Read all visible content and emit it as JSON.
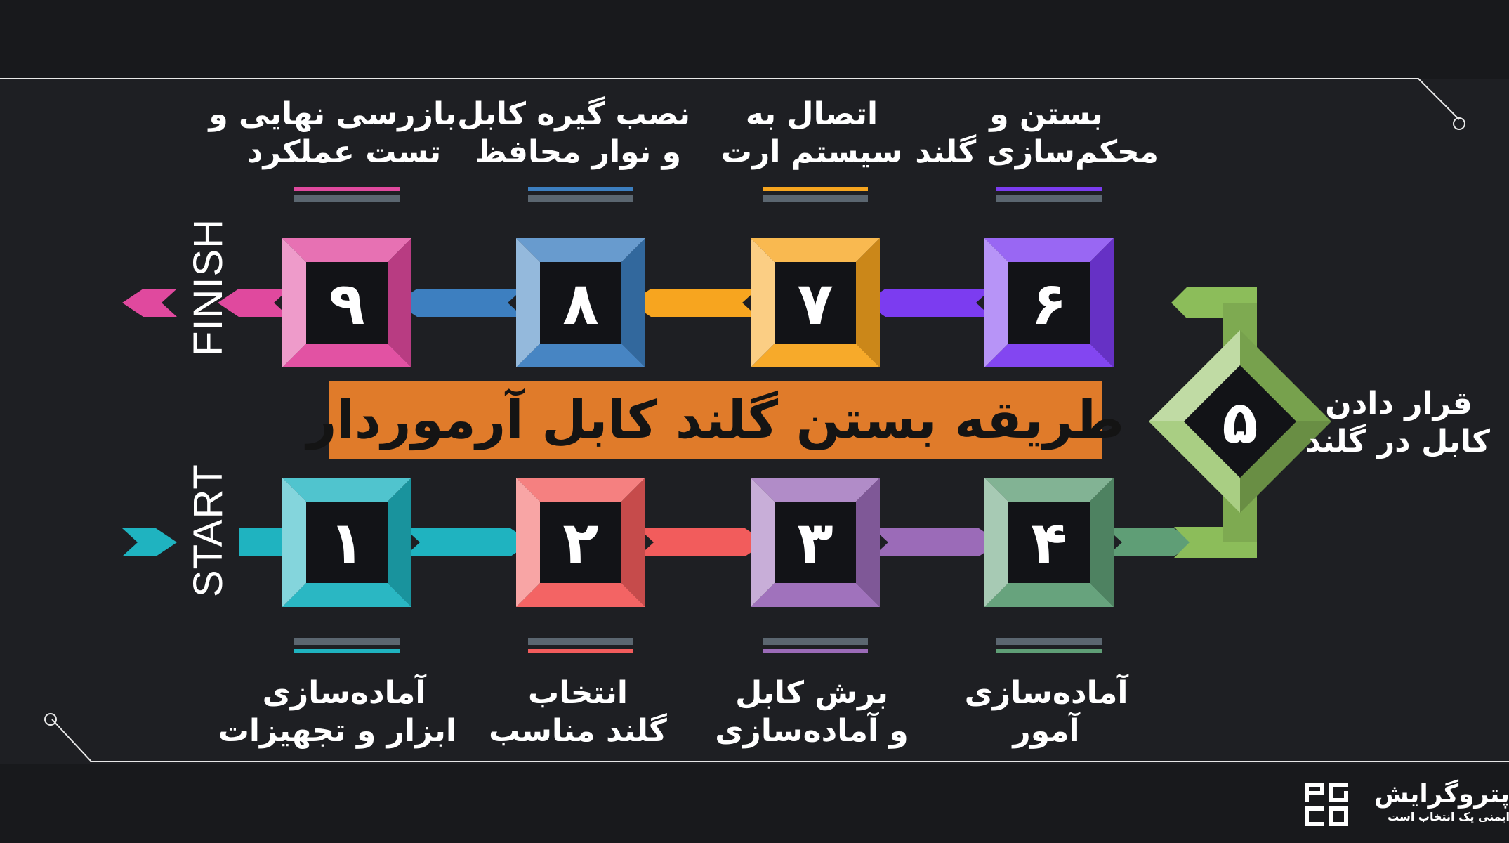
{
  "title": "طریقه بستن گلند کابل آرموردار",
  "start_label": "START",
  "finish_label": "FINISH",
  "steps": [
    {
      "num": "۱",
      "line1": "آماده‌سازی",
      "line2": "ابزار و تجهیزات",
      "color": "#1fb3c0"
    },
    {
      "num": "۲",
      "line1": "انتخاب",
      "line2": "گلند مناسب",
      "color": "#f25c5c"
    },
    {
      "num": "۳",
      "line1": "برش کابل",
      "line2": "و آماده‌سازی",
      "color": "#9b6bb8"
    },
    {
      "num": "۴",
      "line1": "آماده‌سازی",
      "line2": "آمور",
      "color": "#5f9e76"
    },
    {
      "num": "۵",
      "line1": "قرار دادن",
      "line2": "کابل در گلند",
      "color": "#8cbd5a"
    },
    {
      "num": "۶",
      "line1": "بستن و",
      "line2": "محکم‌سازی گلند",
      "color": "#7c3cf0"
    },
    {
      "num": "۷",
      "line1": "اتصال به",
      "line2": "سیستم ارت",
      "color": "#f7a51f"
    },
    {
      "num": "۸",
      "line1": "نصب گیره کابل",
      "line2": "و نوار محافظ",
      "color": "#3d7fc0"
    },
    {
      "num": "۹",
      "line1": "بازرسی نهایی و",
      "line2": "تست عملکرد",
      "color": "#e0499e"
    }
  ],
  "logo": {
    "name": "پتروگرایش",
    "tagline": "ایمنی یک انتخاب است"
  }
}
